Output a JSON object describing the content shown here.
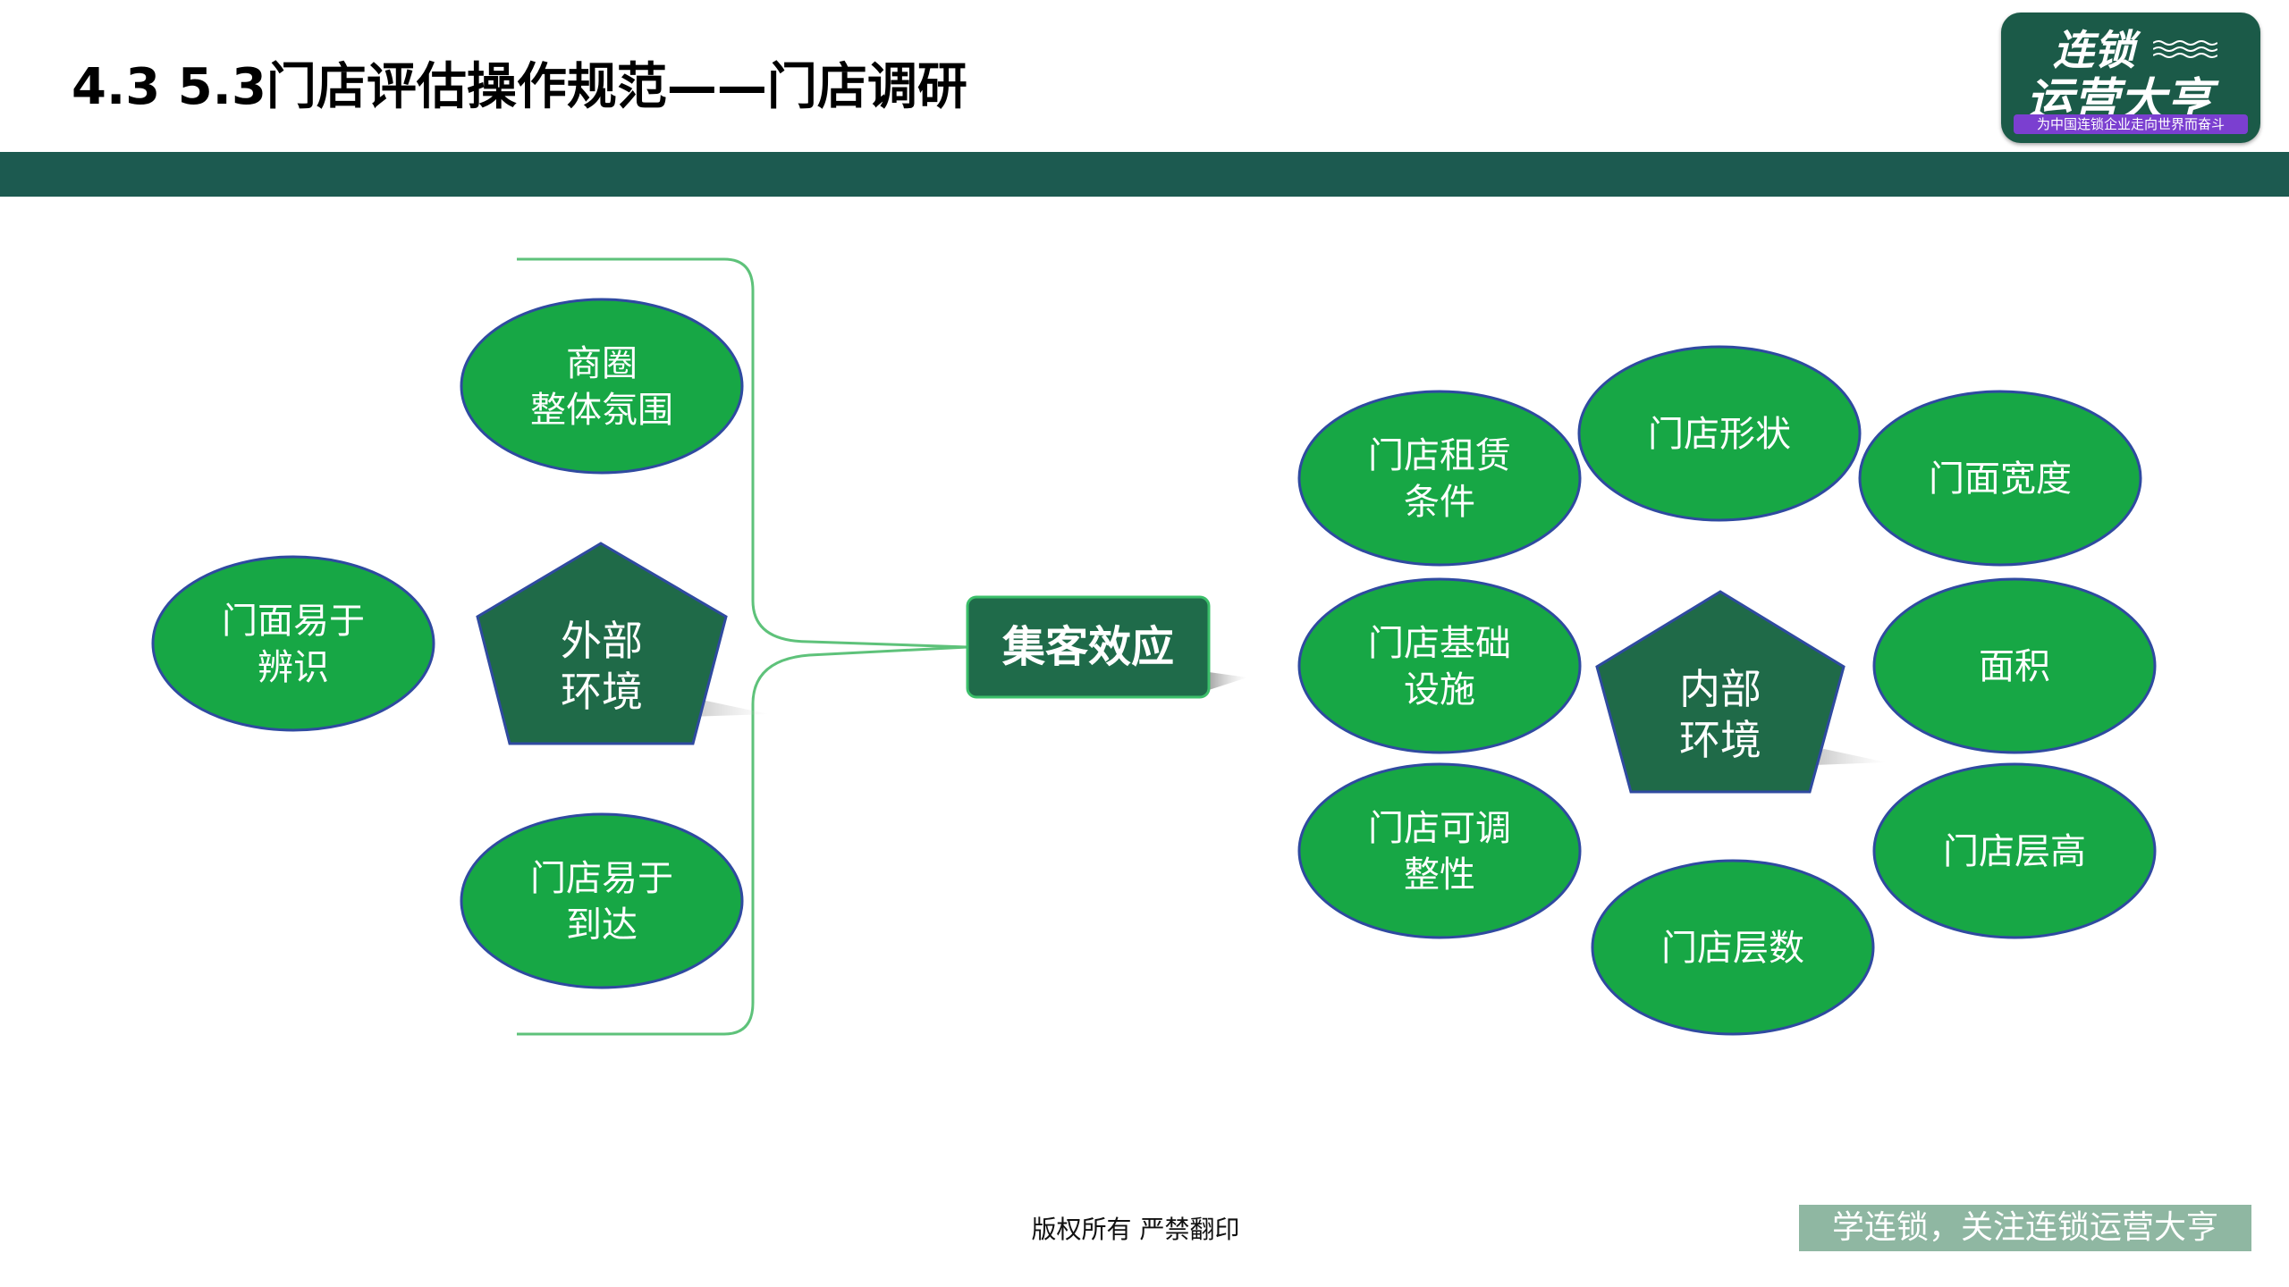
{
  "title": "4.3 5.3门店评估操作规范——门店调研",
  "logo": {
    "line1": "连锁",
    "line2": "运营大亨",
    "tagline": "为中国连锁企业走向世界而奋斗",
    "icon": "wave-lines-icon"
  },
  "center_label": "集客效应",
  "external": {
    "label_line1": "外部",
    "label_line2": "环境",
    "factors": [
      {
        "line1": "商圈",
        "line2": "整体氛围"
      },
      {
        "line1": "门面易于",
        "line2": "辨识"
      },
      {
        "line1": "门店易于",
        "line2": "到达"
      }
    ]
  },
  "internal": {
    "label_line1": "内部",
    "label_line2": "环境",
    "factors": [
      {
        "line1": "门店租赁",
        "line2": "条件"
      },
      {
        "line1": "门店形状",
        "line2": ""
      },
      {
        "line1": "门面宽度",
        "line2": ""
      },
      {
        "line1": "门店基础",
        "line2": "设施"
      },
      {
        "line1": "面积",
        "line2": ""
      },
      {
        "line1": "门店可调",
        "line2": "整性"
      },
      {
        "line1": "门店层高",
        "line2": ""
      },
      {
        "line1": "门店层数",
        "line2": ""
      }
    ]
  },
  "footer": "版权所有 严禁翻印",
  "slogan": "学连锁，关注连锁运营大亨",
  "colors": {
    "ellipse_fill": "#17a745",
    "ellipse_stroke": "#2f4aa0",
    "pentagon_fill": "#1f6a48",
    "center_fill": "#1f6b4a",
    "connector": "#5ec27a",
    "band": "#1c5a50"
  }
}
